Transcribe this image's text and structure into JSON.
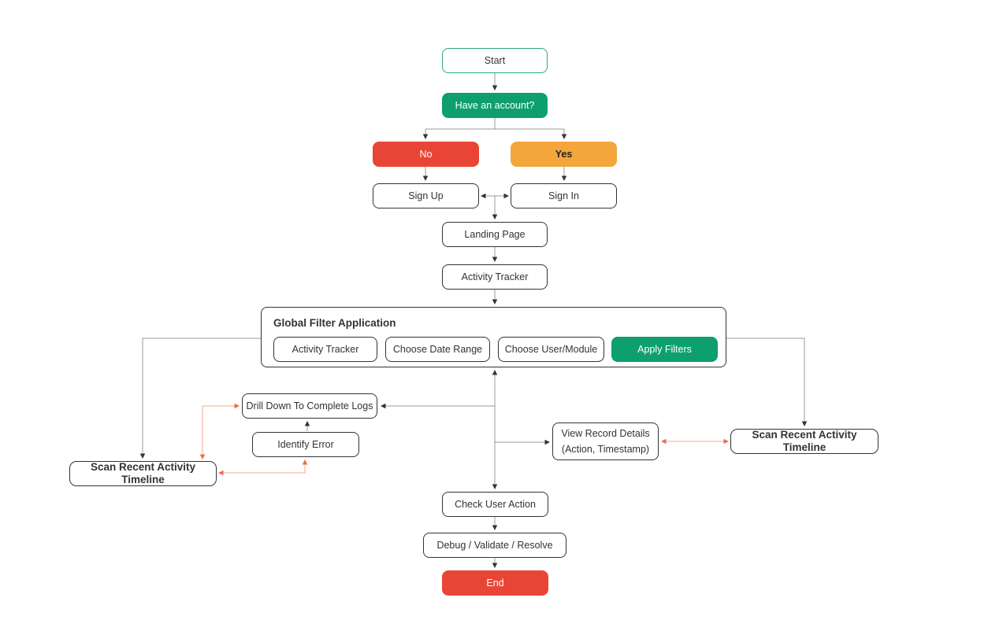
{
  "colors": {
    "green": "#0E9F6E",
    "red": "#E94536",
    "orange": "#F4A63B",
    "start_border": "#2AA87C",
    "node_border": "#333333",
    "text_dark": "#333333",
    "line_gray": "#999999",
    "arrow_dark": "#333333",
    "line_orange": "#F5A893",
    "arrow_orange": "#EF6A4C"
  },
  "flowchart": {
    "start": "Start",
    "have_account": "Have an account?",
    "no": "No",
    "yes": "Yes",
    "sign_up": "Sign Up",
    "sign_in": "Sign In",
    "landing_page": "Landing Page",
    "activity_tracker": "Activity Tracker",
    "filter_group": {
      "title": "Global Filter Application",
      "items": [
        "Activity Tracker",
        "Choose Date Range",
        "Choose User/Module",
        "Apply Filters"
      ]
    },
    "drill_down": "Drill Down To Complete Logs",
    "identify_error": "Identify Error",
    "scan_timeline_left": "Scan Recent Activity Timeline",
    "view_record_line1": "View Record Details",
    "view_record_line2": "(Action, Timestamp)",
    "scan_timeline_right": "Scan Recent Activity Timeline",
    "check_user_action": "Check User Action",
    "debug_validate_resolve": "Debug / Validate / Resolve",
    "end": "End"
  }
}
